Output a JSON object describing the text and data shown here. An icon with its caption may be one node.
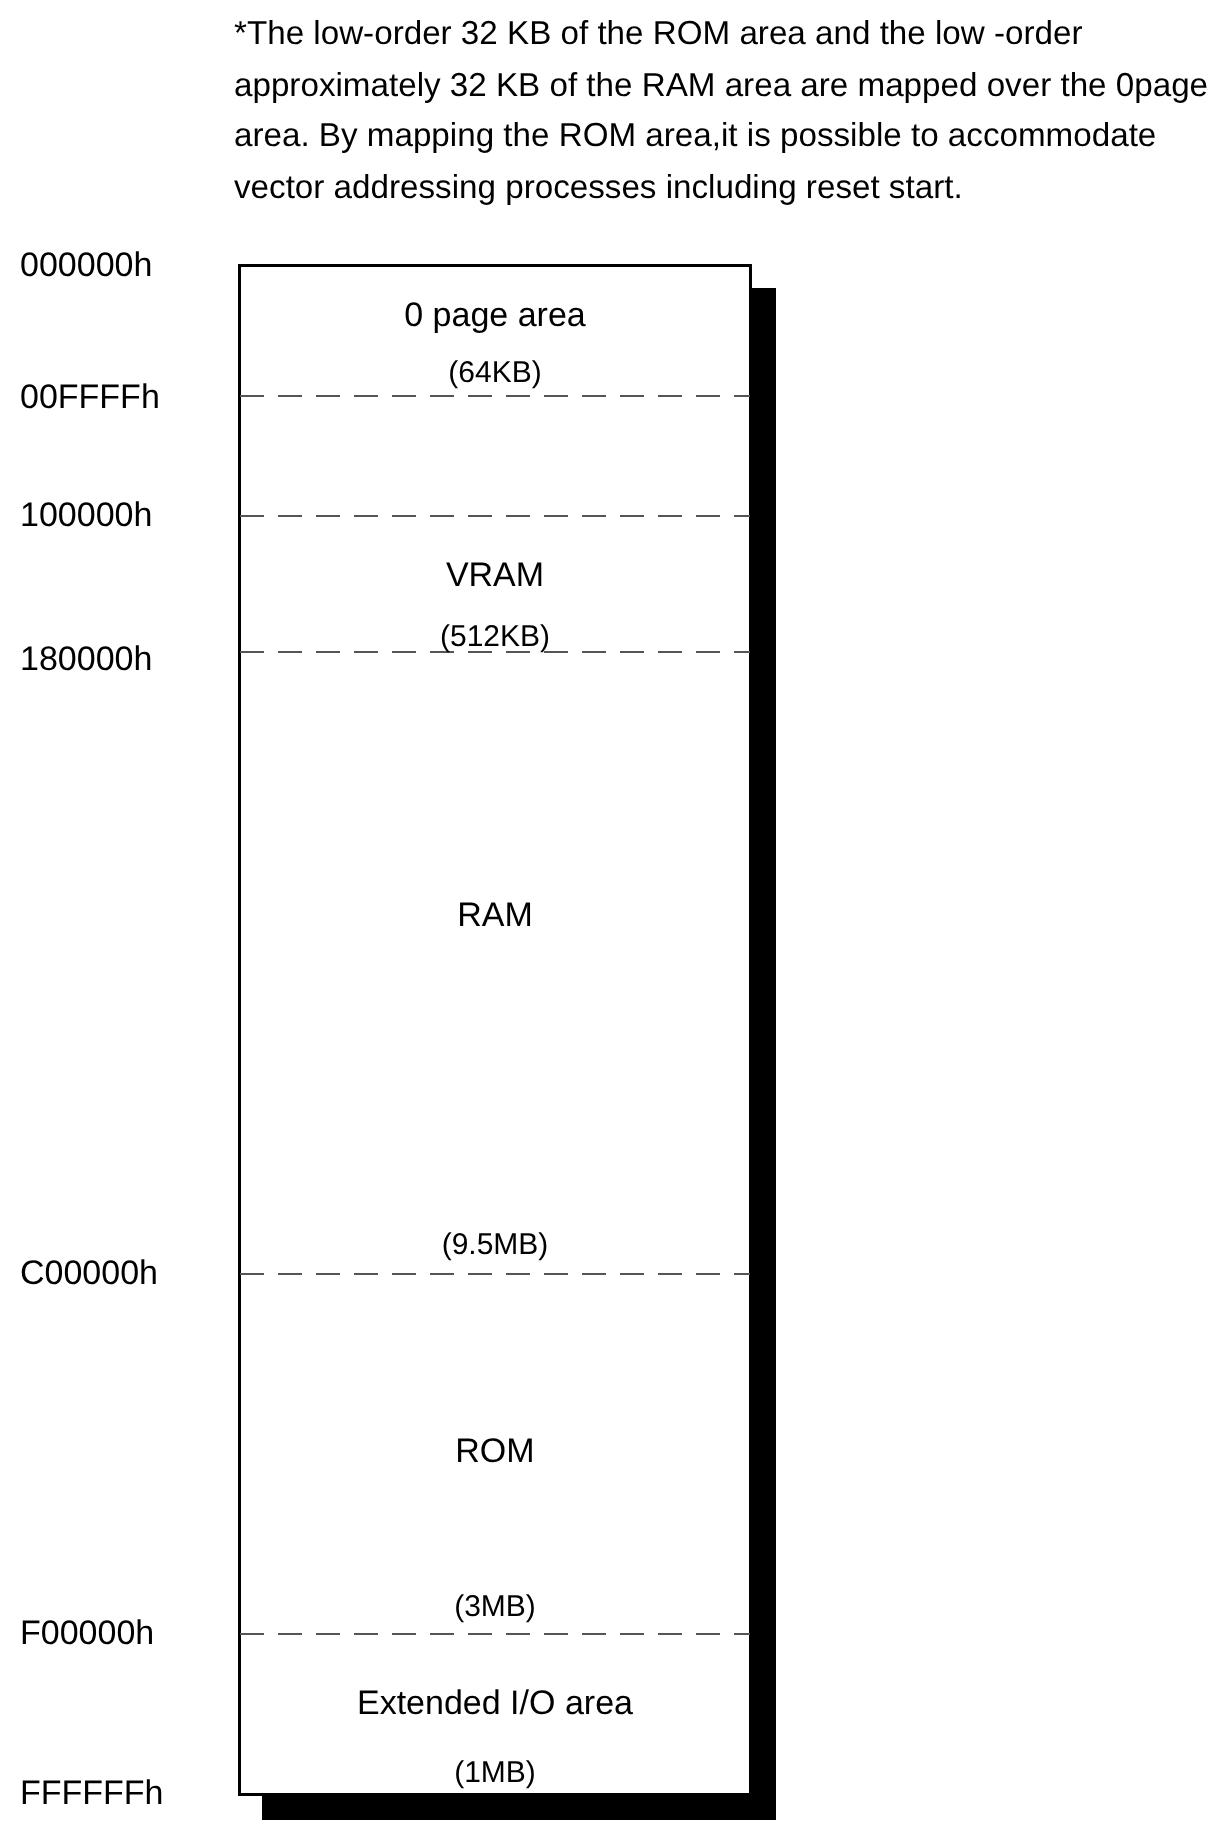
{
  "diagram": {
    "nodes": [
      {
        "text": [],
        "shape": "box"
      },
      {
        "text": [
          "0 page area",
          "(64KB)"
        ],
        "in": 0
      },
      {
        "text": [
          "VRAM",
          "(512KB)"
        ],
        "in": 0
      },
      {
        "text": [
          "RAM",
          "(9.5MB)"
        ],
        "in": 0
      },
      {
        "text": [
          "ROM",
          "(3MB)"
        ],
        "in": 0
      },
      {
        "text": [
          "Extended I/O area",
          "(1MB)"
        ],
        "in": 0
      }
    ],
    "edges": [],
    "labels": [
      "*The low-order 32 KB  of the ROM area and the low -order approximately 32 KB of the RAM area are mapped over the 0page area. By mapping the ROM area,it is possible to accommodate vector addressing processes including reset start.",
      "000000h",
      "00FFFFh",
      "100000h",
      "180000h",
      "C00000h",
      "F00000h",
      "FFFFFFh"
    ]
  }
}
